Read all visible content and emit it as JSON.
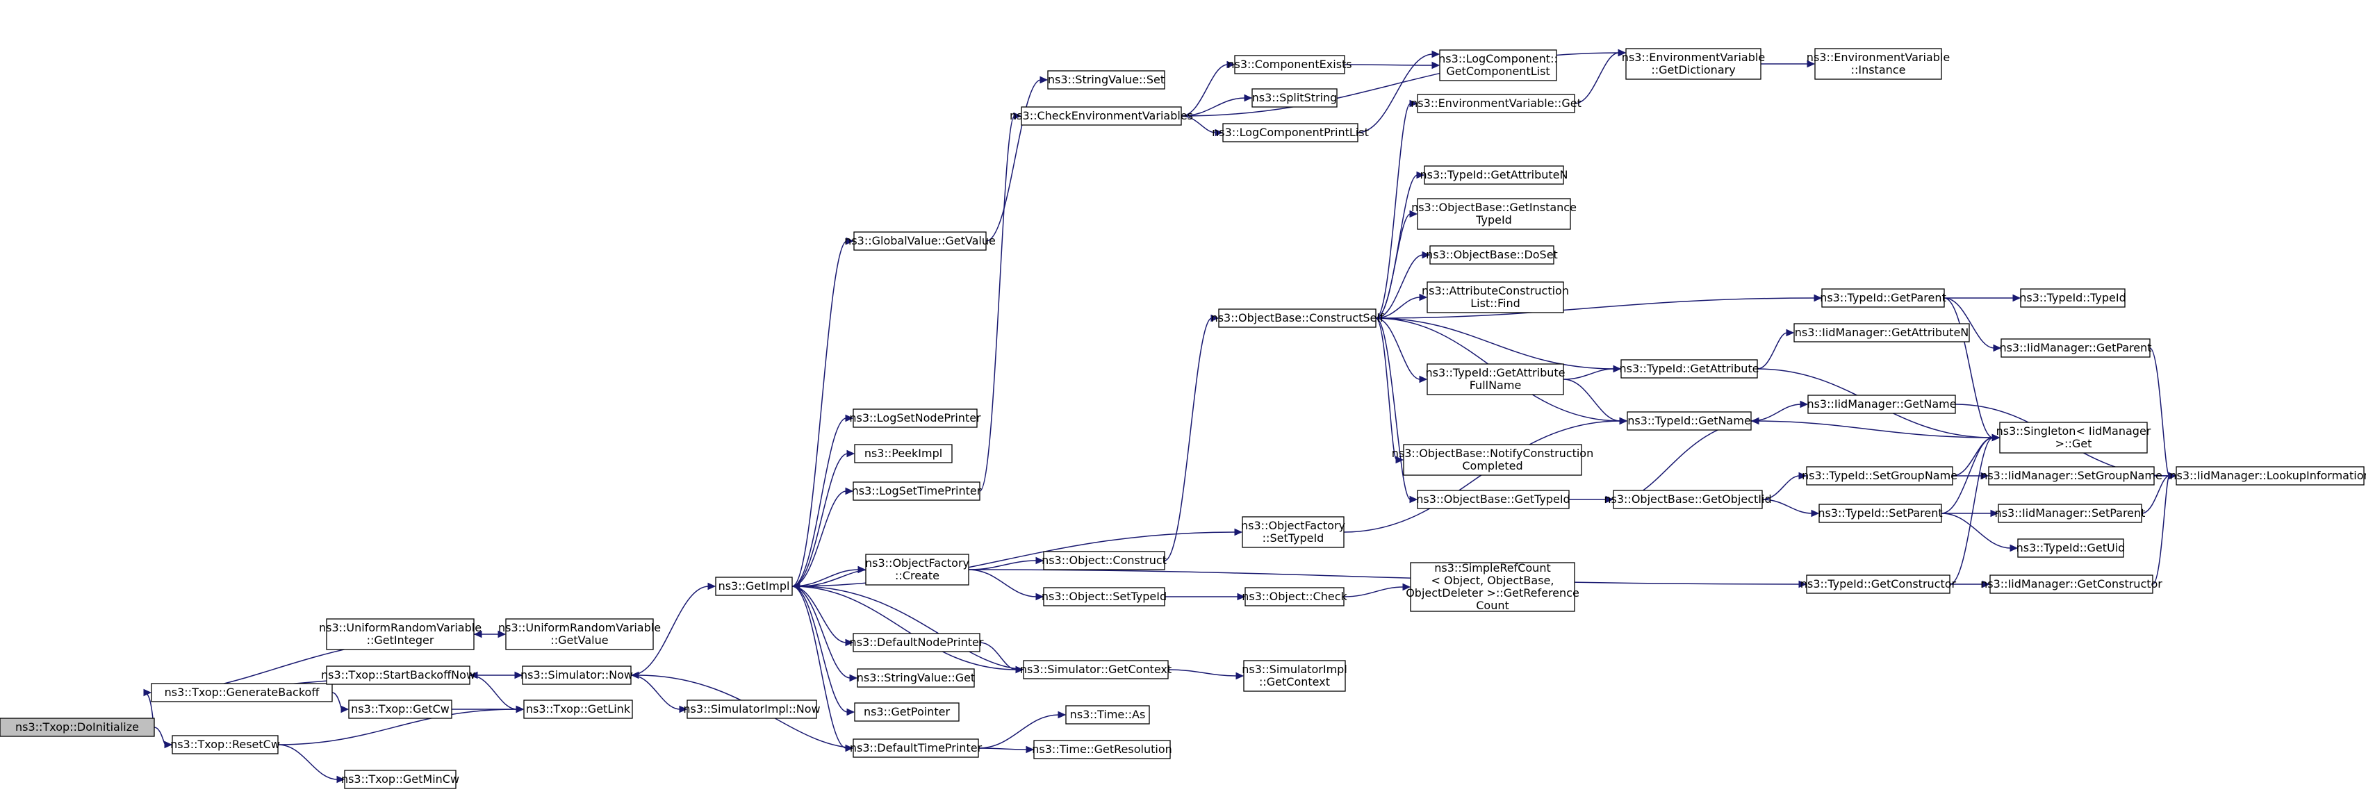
{
  "graph": {
    "edge_color": "#191970",
    "root_fill": "#bfbfbf",
    "nodes": [
      {
        "id": "n_doinit",
        "lines": [
          "ns3::Txop::DoInitialize"
        ],
        "root": true
      },
      {
        "id": "n_genbackoff",
        "lines": [
          "ns3::Txop::GenerateBackoff"
        ]
      },
      {
        "id": "n_resetcw",
        "lines": [
          "ns3::Txop::ResetCw"
        ]
      },
      {
        "id": "n_urv_getint",
        "lines": [
          "ns3::UniformRandomVariable",
          "::GetInteger"
        ]
      },
      {
        "id": "n_urv_getval",
        "lines": [
          "ns3::UniformRandomVariable",
          "::GetValue"
        ]
      },
      {
        "id": "n_startbackoff",
        "lines": [
          "ns3::Txop::StartBackoffNow"
        ]
      },
      {
        "id": "n_getcw",
        "lines": [
          "ns3::Txop::GetCw"
        ]
      },
      {
        "id": "n_getlink",
        "lines": [
          "ns3::Txop::GetLink"
        ]
      },
      {
        "id": "n_getmincw",
        "lines": [
          "ns3::Txop::GetMinCw"
        ]
      },
      {
        "id": "n_simnow",
        "lines": [
          "ns3::Simulator::Now"
        ]
      },
      {
        "id": "n_simimplnow",
        "lines": [
          "ns3::SimulatorImpl::Now"
        ]
      },
      {
        "id": "n_getimpl",
        "lines": [
          "ns3::GetImpl"
        ]
      },
      {
        "id": "n_gvgetvalue",
        "lines": [
          "ns3::GlobalValue::GetValue"
        ]
      },
      {
        "id": "n_svset",
        "lines": [
          "ns3::StringValue::Set"
        ]
      },
      {
        "id": "n_checkenv",
        "lines": [
          "ns3::CheckEnvironmentVariables"
        ]
      },
      {
        "id": "n_compexists",
        "lines": [
          "ns3::ComponentExists"
        ]
      },
      {
        "id": "n_splitstring",
        "lines": [
          "ns3::SplitString"
        ]
      },
      {
        "id": "n_logcompprint",
        "lines": [
          "ns3::LogComponentPrintList"
        ]
      },
      {
        "id": "n_logcompget",
        "lines": [
          "ns3::LogComponent::",
          "GetComponentList"
        ]
      },
      {
        "id": "n_envgetdict",
        "lines": [
          "ns3::EnvironmentVariable",
          "::GetDictionary"
        ]
      },
      {
        "id": "n_envinstance",
        "lines": [
          "ns3::EnvironmentVariable",
          "::Instance"
        ]
      },
      {
        "id": "n_envget",
        "lines": [
          "ns3::EnvironmentVariable::Get"
        ]
      },
      {
        "id": "n_lognodeprinter",
        "lines": [
          "ns3::LogSetNodePrinter"
        ]
      },
      {
        "id": "n_peekimpl",
        "lines": [
          "ns3::PeekImpl"
        ]
      },
      {
        "id": "n_logtimeprinter",
        "lines": [
          "ns3::LogSetTimePrinter"
        ]
      },
      {
        "id": "n_ofcreate",
        "lines": [
          "ns3::ObjectFactory",
          "::Create"
        ]
      },
      {
        "id": "n_defnodeprinter",
        "lines": [
          "ns3::DefaultNodePrinter"
        ]
      },
      {
        "id": "n_svget",
        "lines": [
          "ns3::StringValue::Get"
        ]
      },
      {
        "id": "n_getpointer",
        "lines": [
          "ns3::GetPointer"
        ]
      },
      {
        "id": "n_deftimeprinter",
        "lines": [
          "ns3::DefaultTimePrinter"
        ]
      },
      {
        "id": "n_timeas",
        "lines": [
          "ns3::Time::As"
        ]
      },
      {
        "id": "n_timegetres",
        "lines": [
          "ns3::Time::GetResolution"
        ]
      },
      {
        "id": "n_objconstruct",
        "lines": [
          "ns3::Object::Construct"
        ]
      },
      {
        "id": "n_objsettypeid",
        "lines": [
          "ns3::Object::SetTypeId"
        ]
      },
      {
        "id": "n_objcheck",
        "lines": [
          "ns3::Object::Check"
        ]
      },
      {
        "id": "n_simplerefcount",
        "lines": [
          "ns3::SimpleRefCount",
          "< Object, ObjectBase,",
          "ObjectDeleter >::GetReference",
          "Count"
        ]
      },
      {
        "id": "n_simgetctx",
        "lines": [
          "ns3::Simulator::GetContext"
        ]
      },
      {
        "id": "n_simimplgetctx",
        "lines": [
          "ns3::SimulatorImpl",
          "::GetContext"
        ]
      },
      {
        "id": "n_ofsettypeid",
        "lines": [
          "ns3::ObjectFactory",
          "::SetTypeId"
        ]
      },
      {
        "id": "n_obconstructself",
        "lines": [
          "ns3::ObjectBase::ConstructSelf"
        ]
      },
      {
        "id": "n_tgetattrn",
        "lines": [
          "ns3::TypeId::GetAttributeN"
        ]
      },
      {
        "id": "n_obgetinstance",
        "lines": [
          "ns3::ObjectBase::GetInstance",
          "TypeId"
        ]
      },
      {
        "id": "n_obdoset",
        "lines": [
          "ns3::ObjectBase::DoSet"
        ]
      },
      {
        "id": "n_attrconstr",
        "lines": [
          "ns3::AttributeConstruction",
          "List::Find"
        ]
      },
      {
        "id": "n_tgetattrfull",
        "lines": [
          "ns3::TypeId::GetAttribute",
          "FullName"
        ]
      },
      {
        "id": "n_obnotify",
        "lines": [
          "ns3::ObjectBase::NotifyConstruction",
          "Completed"
        ]
      },
      {
        "id": "n_obgettypeid",
        "lines": [
          "ns3::ObjectBase::GetTypeId"
        ]
      },
      {
        "id": "n_tgetparent",
        "lines": [
          "ns3::TypeId::GetParent"
        ]
      },
      {
        "id": "n_tgetattr",
        "lines": [
          "ns3::TypeId::GetAttribute"
        ]
      },
      {
        "id": "n_tgetname",
        "lines": [
          "ns3::TypeId::GetName"
        ]
      },
      {
        "id": "n_obgetobjtid",
        "lines": [
          "ns3::ObjectBase::GetObjectIid"
        ]
      },
      {
        "id": "n_ttypeid",
        "lines": [
          "ns3::TypeId::TypeId"
        ]
      },
      {
        "id": "n_iidgetattrn",
        "lines": [
          "ns3::IidManager::GetAttributeN"
        ]
      },
      {
        "id": "n_iidgetparent",
        "lines": [
          "ns3::IidManager::GetParent"
        ]
      },
      {
        "id": "n_iidgetname",
        "lines": [
          "ns3::IidManager::GetName"
        ]
      },
      {
        "id": "n_singleton",
        "lines": [
          "ns3::Singleton< IidManager",
          ">::Get"
        ]
      },
      {
        "id": "n_tsetgroupname",
        "lines": [
          "ns3::TypeId::SetGroupName"
        ]
      },
      {
        "id": "n_tsetparent",
        "lines": [
          "ns3::TypeId::SetParent"
        ]
      },
      {
        "id": "n_iidsetgroupname",
        "lines": [
          "ns3::IidManager::SetGroupName"
        ]
      },
      {
        "id": "n_iidsetparent",
        "lines": [
          "ns3::IidManager::SetParent"
        ]
      },
      {
        "id": "n_tgetuid",
        "lines": [
          "ns3::TypeId::GetUid"
        ]
      },
      {
        "id": "n_iidlookup",
        "lines": [
          "ns3::IidManager::LookupInformation"
        ]
      },
      {
        "id": "n_tgetconstructor",
        "lines": [
          "ns3::TypeId::GetConstructor"
        ]
      },
      {
        "id": "n_iidgetconstructor",
        "lines": [
          "ns3::IidManager::GetConstructor"
        ]
      }
    ],
    "edges": [
      [
        "n_doinit",
        "n_genbackoff"
      ],
      [
        "n_doinit",
        "n_resetcw"
      ],
      [
        "n_genbackoff",
        "n_urv_getint"
      ],
      [
        "n_genbackoff",
        "n_startbackoff"
      ],
      [
        "n_genbackoff",
        "n_getcw"
      ],
      [
        "n_urv_getint",
        "n_urv_getval"
      ],
      [
        "n_startbackoff",
        "n_simnow"
      ],
      [
        "n_startbackoff",
        "n_getlink"
      ],
      [
        "n_getcw",
        "n_getlink"
      ],
      [
        "n_resetcw",
        "n_getlink"
      ],
      [
        "n_resetcw",
        "n_getmincw"
      ],
      [
        "n_simnow",
        "n_getimpl"
      ],
      [
        "n_simnow",
        "n_simimplnow"
      ],
      [
        "n_getimpl",
        "n_gvgetvalue"
      ],
      [
        "n_getimpl",
        "n_lognodeprinter"
      ],
      [
        "n_getimpl",
        "n_peekimpl"
      ],
      [
        "n_getimpl",
        "n_logtimeprinter"
      ],
      [
        "n_getimpl",
        "n_ofsettypeid"
      ],
      [
        "n_getimpl",
        "n_ofcreate"
      ],
      [
        "n_getimpl",
        "n_defnodeprinter"
      ],
      [
        "n_getimpl",
        "n_simgetctx"
      ],
      [
        "n_getimpl",
        "n_svget"
      ],
      [
        "n_getimpl",
        "n_getpointer"
      ],
      [
        "n_getimpl",
        "n_deftimeprinter"
      ],
      [
        "n_gvgetvalue",
        "n_svset"
      ],
      [
        "n_logtimeprinter",
        "n_checkenv"
      ],
      [
        "n_checkenv",
        "n_compexists"
      ],
      [
        "n_checkenv",
        "n_splitstring"
      ],
      [
        "n_checkenv",
        "n_logcompprint"
      ],
      [
        "n_checkenv",
        "n_envgetdict"
      ],
      [
        "n_compexists",
        "n_logcompget"
      ],
      [
        "n_logcompprint",
        "n_logcompget"
      ],
      [
        "n_envget",
        "n_envgetdict"
      ],
      [
        "n_envgetdict",
        "n_envinstance"
      ],
      [
        "n_ofcreate",
        "n_getimpl"
      ],
      [
        "n_ofcreate",
        "n_objconstruct"
      ],
      [
        "n_ofcreate",
        "n_objsettypeid"
      ],
      [
        "n_ofcreate",
        "n_tgetconstructor"
      ],
      [
        "n_defnodeprinter",
        "n_simgetctx"
      ],
      [
        "n_deftimeprinter",
        "n_simnow"
      ],
      [
        "n_deftimeprinter",
        "n_timeas"
      ],
      [
        "n_deftimeprinter",
        "n_timegetres"
      ],
      [
        "n_simgetctx",
        "n_getimpl"
      ],
      [
        "n_simgetctx",
        "n_simimplgetctx"
      ],
      [
        "n_objconstruct",
        "n_obconstructself"
      ],
      [
        "n_objsettypeid",
        "n_objcheck"
      ],
      [
        "n_objcheck",
        "n_simplerefcount"
      ],
      [
        "n_ofsettypeid",
        "n_tgetname"
      ],
      [
        "n_obconstructself",
        "n_envget"
      ],
      [
        "n_obconstructself",
        "n_tgetattrn"
      ],
      [
        "n_obconstructself",
        "n_obgetinstance"
      ],
      [
        "n_obconstructself",
        "n_obdoset"
      ],
      [
        "n_obconstructself",
        "n_attrconstr"
      ],
      [
        "n_obconstructself",
        "n_tgetattrfull"
      ],
      [
        "n_obconstructself",
        "n_obnotify"
      ],
      [
        "n_obconstructself",
        "n_obgettypeid"
      ],
      [
        "n_obconstructself",
        "n_tgetparent"
      ],
      [
        "n_obconstructself",
        "n_tgetattr"
      ],
      [
        "n_obconstructself",
        "n_tgetname"
      ],
      [
        "n_tgetattrfull",
        "n_tgetattr"
      ],
      [
        "n_tgetattrfull",
        "n_tgetname"
      ],
      [
        "n_obgettypeid",
        "n_obgetobjtid"
      ],
      [
        "n_obgetobjtid",
        "n_tgetname"
      ],
      [
        "n_obgetobjtid",
        "n_tsetgroupname"
      ],
      [
        "n_obgetobjtid",
        "n_tsetparent"
      ],
      [
        "n_tgetparent",
        "n_ttypeid"
      ],
      [
        "n_tgetparent",
        "n_iidgetparent"
      ],
      [
        "n_tgetparent",
        "n_singleton"
      ],
      [
        "n_tgetattr",
        "n_iidgetattrn"
      ],
      [
        "n_tgetattr",
        "n_singleton"
      ],
      [
        "n_tgetname",
        "n_iidgetname"
      ],
      [
        "n_tgetname",
        "n_singleton"
      ],
      [
        "n_iidgetparent",
        "n_iidlookup"
      ],
      [
        "n_iidgetname",
        "n_iidlookup"
      ],
      [
        "n_tsetgroupname",
        "n_singleton"
      ],
      [
        "n_tsetgroupname",
        "n_iidsetgroupname"
      ],
      [
        "n_tsetparent",
        "n_singleton"
      ],
      [
        "n_tsetparent",
        "n_iidsetparent"
      ],
      [
        "n_tsetparent",
        "n_tgetuid"
      ],
      [
        "n_iidsetgroupname",
        "n_iidlookup"
      ],
      [
        "n_iidsetparent",
        "n_iidlookup"
      ],
      [
        "n_tgetconstructor",
        "n_singleton"
      ],
      [
        "n_tgetconstructor",
        "n_iidgetconstructor"
      ],
      [
        "n_iidgetconstructor",
        "n_iidlookup"
      ]
    ]
  }
}
